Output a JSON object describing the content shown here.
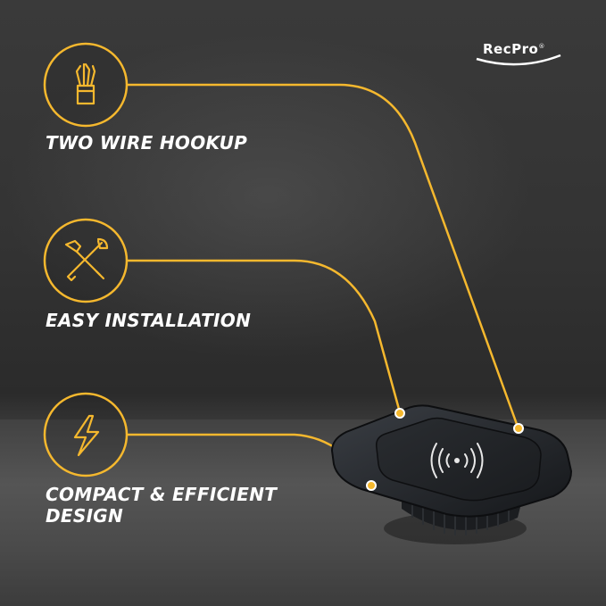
{
  "brand": {
    "logo_text": "RecPro",
    "registered": "®"
  },
  "features": [
    {
      "label": "TWO WIRE HOOKUP",
      "icon": "wire-bundle-icon"
    },
    {
      "label": "EASY INSTALLATION",
      "icon": "tools-icon"
    },
    {
      "label": "COMPACT & EFFICIENT\nDESIGN",
      "icon": "lightning-bolt-icon"
    }
  ],
  "product": {
    "name": "wireless-charger",
    "icon": "wireless-charging-icon"
  },
  "colors": {
    "accent": "#F5B82E",
    "text": "#FFFFFF",
    "background": "#333333",
    "product": "#1E2124"
  }
}
